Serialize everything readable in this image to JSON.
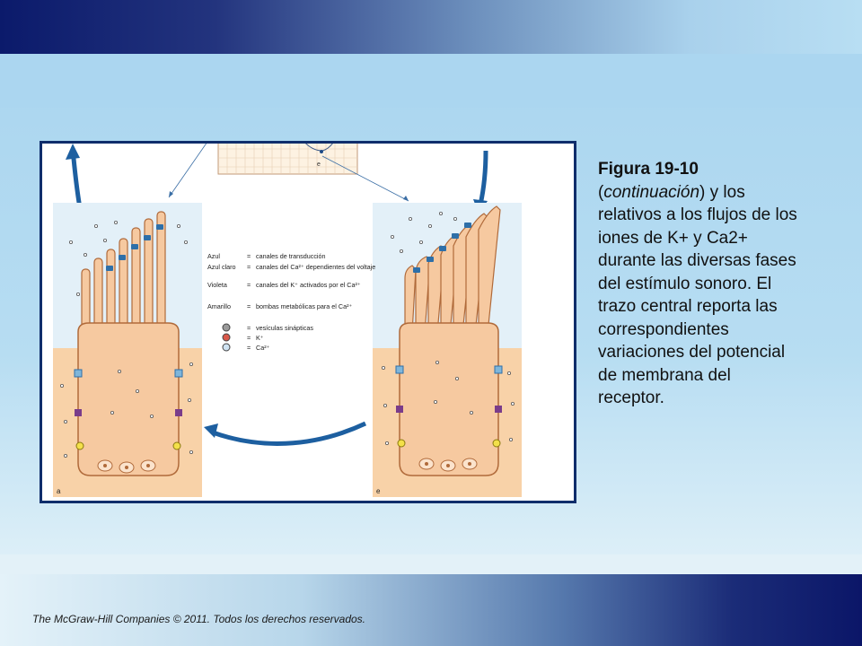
{
  "caption": {
    "title": "Figura 19-10",
    "paren_open": "(",
    "italic_word": "continuación",
    "rest": ") y los relativos a los flujos de los iones de K+ y Ca2+ durante las diversas fases del estímulo sonoro. El trazo central reporta las correspondientes variaciones del potencial de membrana del receptor."
  },
  "footer": {
    "copyright": "The McGraw-Hill Companies © 2011. Todos los derechos reservados."
  },
  "figure": {
    "panel_a_label": "a",
    "panel_e_label": "e",
    "trace_label": "e",
    "legend": [
      {
        "key": "Azul",
        "desc": "canales de transducción"
      },
      {
        "key": "Azul claro",
        "desc": "canales del Ca²⁺ dependientes del voltaje"
      },
      {
        "key": "Violeta",
        "desc": "canales del K⁺ activados por el Ca²⁺"
      },
      {
        "key": "Amarillo",
        "desc": "bombas metabólicas para el Ca²⁺"
      },
      {
        "key": "",
        "desc": "vesículas sinápticas"
      },
      {
        "key": "",
        "desc": "K⁺"
      },
      {
        "key": "",
        "desc": "Ca²⁺"
      }
    ],
    "colors": {
      "frame": "#0f2d6b",
      "cell_fill": "#f6c9a0",
      "cell_stroke": "#b06a3a",
      "extracellular_blue": "#e3f0f8",
      "extracellular_tan": "#f8d2a8",
      "arrow": "#1d5fa0",
      "channel_blue": "#2e6fa8",
      "channel_light": "#7fb6da",
      "channel_violet": "#7a3c8a",
      "pump_yellow": "#f3e04a"
    }
  }
}
